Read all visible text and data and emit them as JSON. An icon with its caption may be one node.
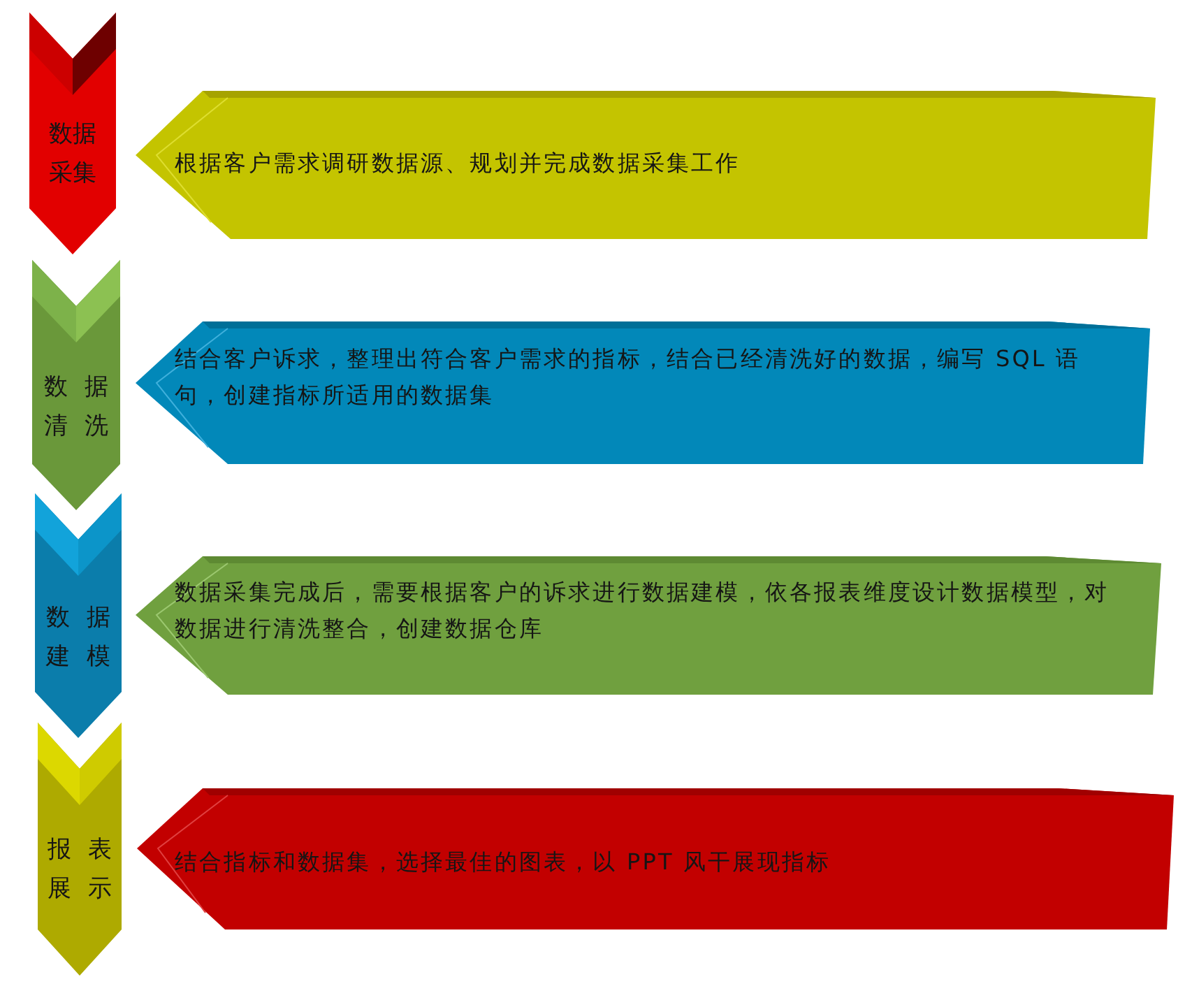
{
  "diagram": {
    "nodes": [
      {
        "text": [
          "数据采集"
        ]
      },
      {
        "text": [
          "根据客户需求调研数据源、规划并完成数据采集工作"
        ]
      },
      {
        "text": [
          "数据清洗"
        ]
      },
      {
        "text": [
          "结合客户诉求，整理出符合客户需求的指标，结合已经清洗好的数据，编写 SQL 语句，创建指标所适用的数据集"
        ]
      },
      {
        "text": [
          "数据建模"
        ]
      },
      {
        "text": [
          "数据采集完成后，需要根据客户的诉求进行数据建模，依各报表维度设计数据模型，对数据进行清洗整合，创建数据仓库"
        ]
      },
      {
        "text": [
          "报表展示"
        ]
      },
      {
        "text": [
          "结合指标和数据集，选择最佳的图表，以 PPT 风干展现指标"
        ]
      }
    ]
  }
}
